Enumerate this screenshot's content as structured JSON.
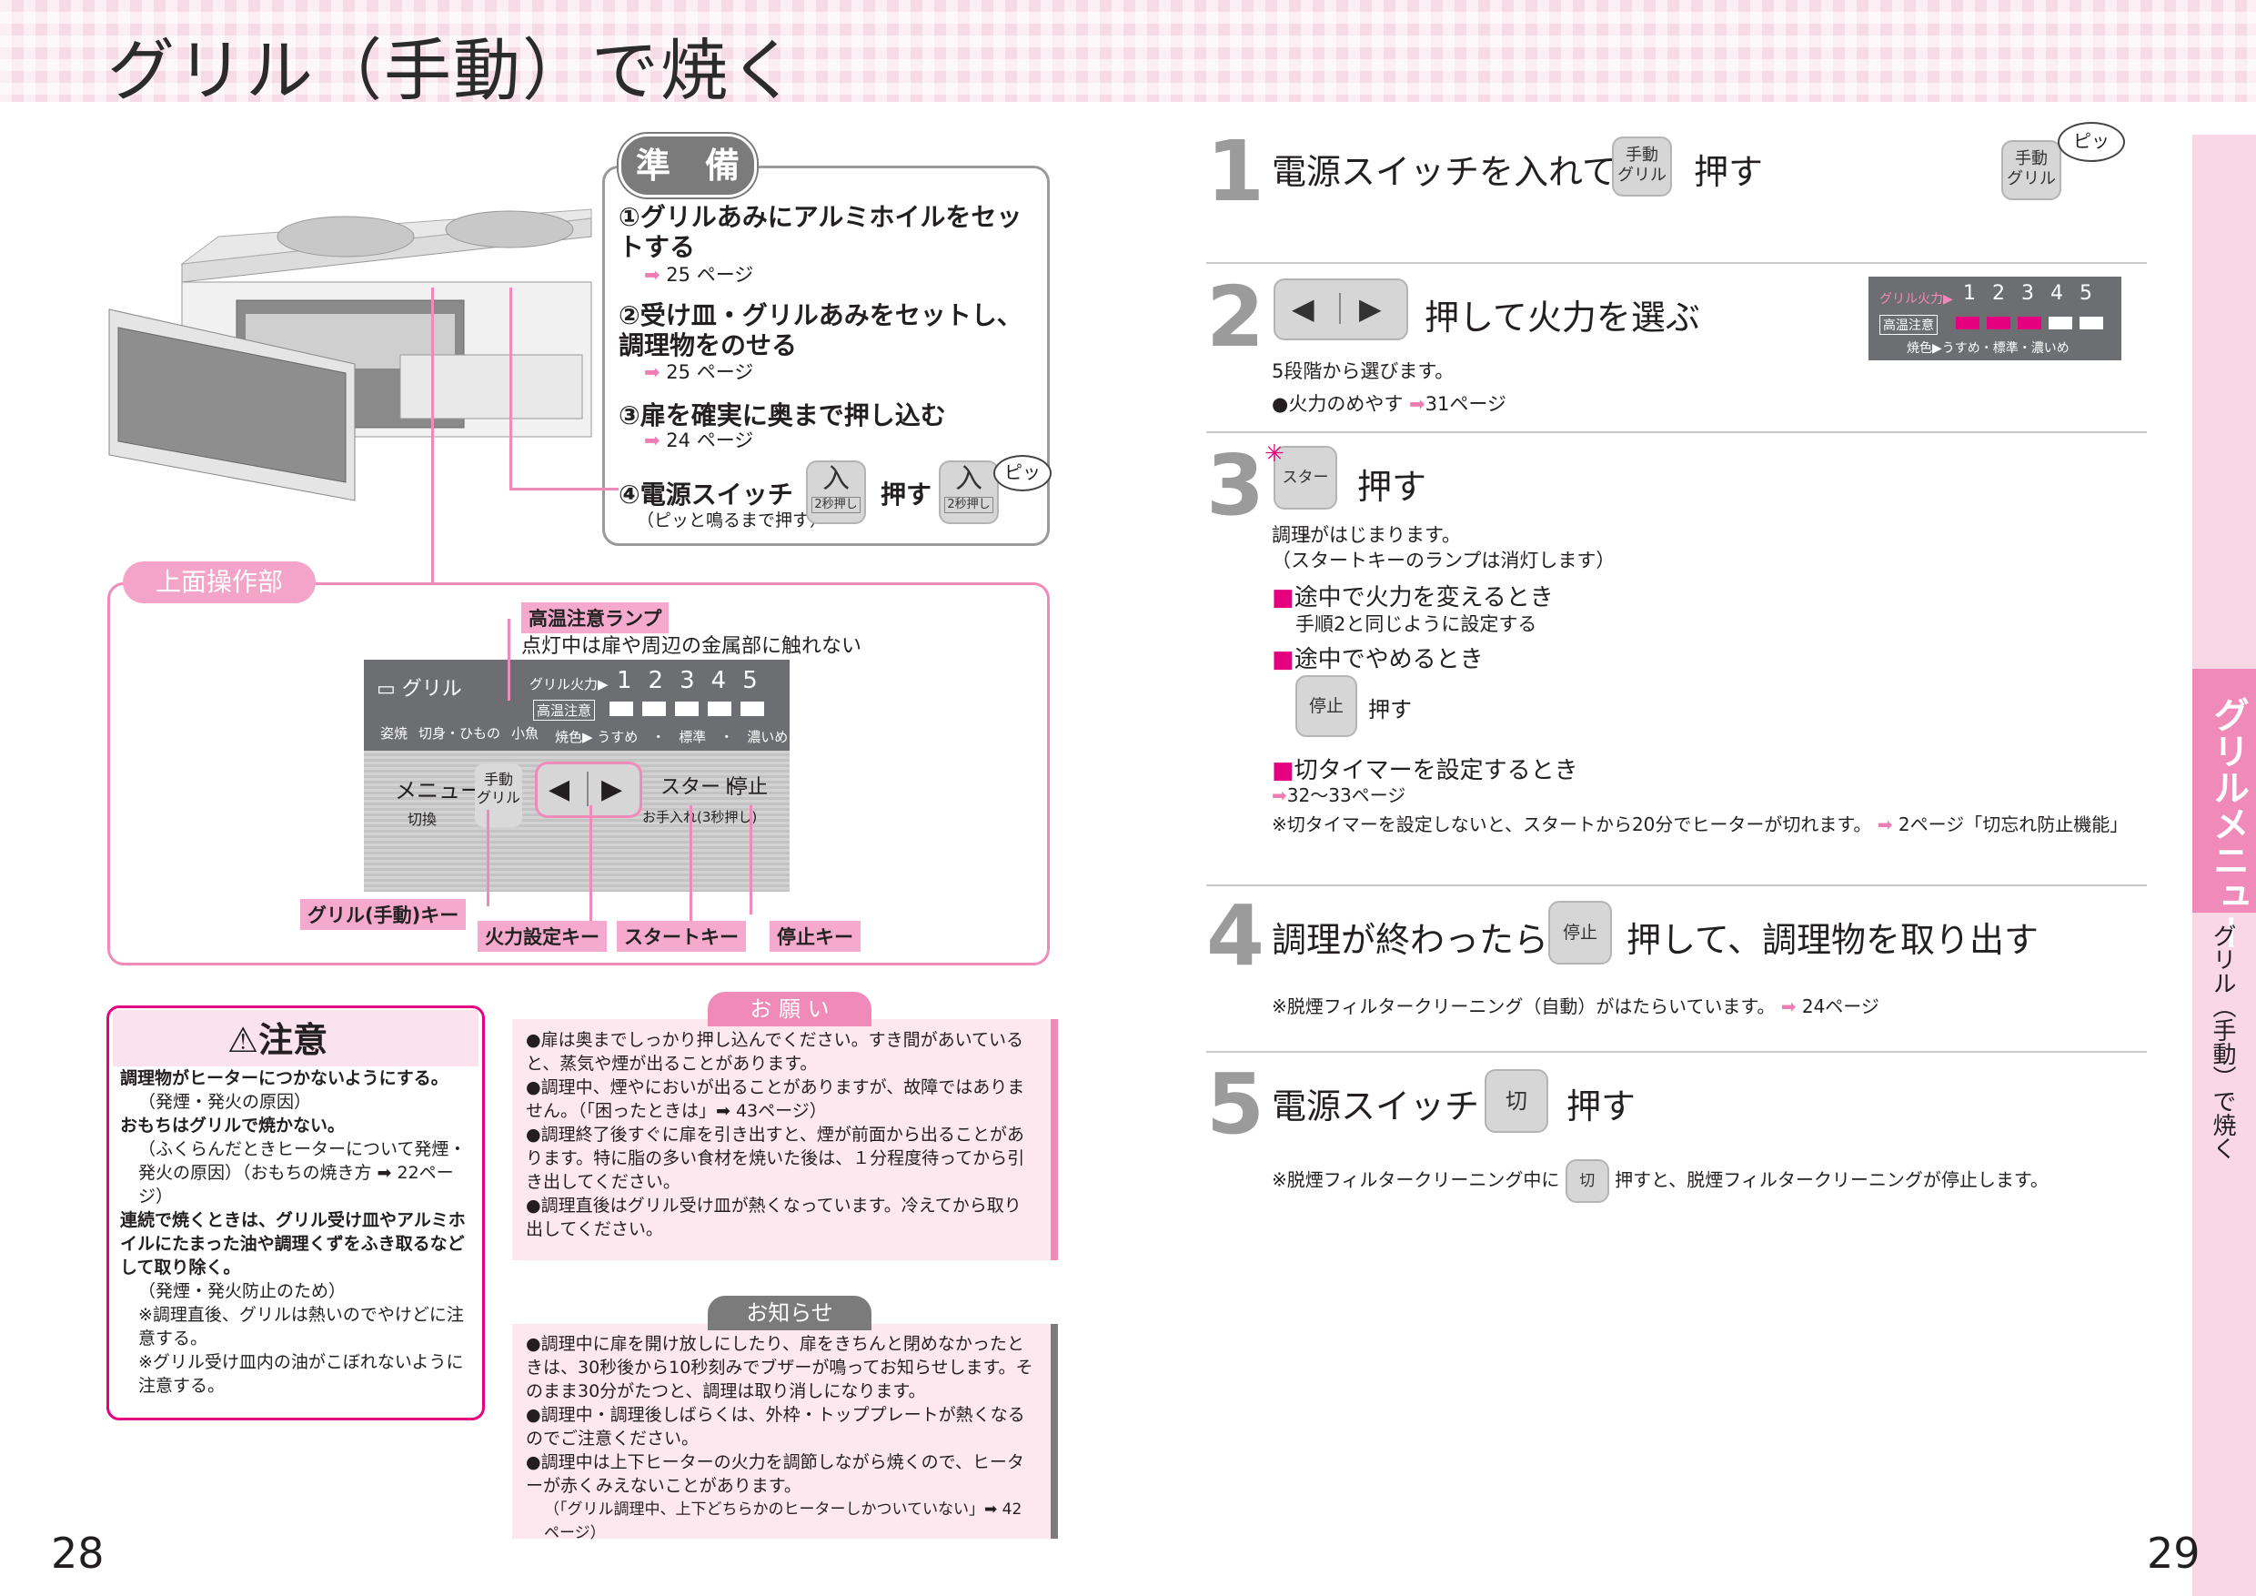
{
  "header": {
    "title": "グリル（手動）で焼く"
  },
  "prep": {
    "badge": "準　備",
    "steps": [
      {
        "text": "①グリルあみにアルミホイルをセットする",
        "ref": "25 ページ"
      },
      {
        "text": "②受け皿・グリルあみをセットし、調理物をのせる",
        "ref": "25 ページ"
      },
      {
        "text": "③扉を確実に奥まで押し込む",
        "ref": "24 ページ"
      },
      {
        "text": "④電源スイッチ",
        "note": "（ピッと鳴るまで押す）",
        "push": "押す",
        "key": "入",
        "key_sub": "2秒押し",
        "bubble": "ピッ"
      }
    ]
  },
  "top_panel": {
    "badge": "上面操作部",
    "lamp_title": "高温注意ランプ",
    "lamp_note": "点灯中は扉や周辺の金属部に触れない",
    "grill_label": "グリル",
    "modes": [
      "姿焼",
      "切身・ひもの",
      "小魚"
    ],
    "power_label": "グリル火力▶",
    "levels": [
      "1",
      "2",
      "3",
      "4",
      "5"
    ],
    "temp_label": "高温注意",
    "burn_label": "焼色▶ うすめ　・　標準　・　濃いめ",
    "menu_key": "メニュー",
    "menu_sub": "切換",
    "manual_key_1": "手動",
    "manual_key_2": "グリル",
    "start_key": "スタート",
    "stop_key": "停止",
    "care": "お手入れ(3秒押し)",
    "callouts": [
      "グリル(手動)キー",
      "火力設定キー",
      "スタートキー",
      "停止キー"
    ]
  },
  "caution": {
    "title": "注意",
    "items": [
      {
        "text": "調理物がヒーターにつかないようにする。",
        "sub": "（発煙・発火の原因）"
      },
      {
        "text": "おもちはグリルで焼かない。",
        "sub": "（ふくらんだときヒーターについて発煙・発火の原因）（おもちの焼き方 ➡ 22ページ）"
      },
      {
        "text": "連続で焼くときは、グリル受け皿やアルミホイルにたまった油や調理くずをふき取るなどして取り除く。",
        "sub": "（発煙・発火防止のため）"
      }
    ],
    "notes": [
      "※調理直後、グリルは熱いのでやけどに注意する。",
      "※グリル受け皿内の油がこぼれないように注意する。"
    ]
  },
  "request": {
    "badge": "お 願 い",
    "items": [
      "●扉は奥までしっかり押し込んでください。すき間があいていると、蒸気や煙が出ることがあります。",
      "●調理中、煙やにおいが出ることがありますが、故障ではありません。（「困ったときは」➡ 43ページ）",
      "●調理終了後すぐに扉を引き出すと、煙が前面から出ることがあります。特に脂の多い食材を焼いた後は、１分程度待ってから引き出してください。",
      "●調理直後はグリル受け皿が熱くなっています。冷えてから取り出してください。"
    ]
  },
  "info": {
    "badge": "お知らせ",
    "items": [
      "●調理中に扉を開け放しにしたり、扉をきちんと閉めなかったときは、30秒後から10秒刻みでブザーが鳴ってお知らせします。そのまま30分がたつと、調理は取り消しになります。",
      "●調理中・調理後しばらくは、外枠・トッププレートが熱くなるのでご注意ください。",
      "●調理中は上下ヒーターの火力を調節しながら焼くので、ヒーターが赤くみえないことがあります。",
      "（「グリル調理中、上下どちらかのヒーターしかついていない」➡ 42ページ）"
    ]
  },
  "steps": {
    "s1": {
      "num": "1",
      "text_a": "電源スイッチを入れて",
      "key_1": "手動",
      "key_2": "グリル",
      "text_b": "押す",
      "bubble": "ピッ"
    },
    "s2": {
      "num": "2",
      "text": "押して火力を選ぶ",
      "note1": "5段階から選びます。",
      "note2": "●火力のめやす",
      "ref": "31ページ",
      "mini_power": "グリル火力▶",
      "mini_temp": "高温注意",
      "mini_burn": "焼色▶うすめ・標準・濃いめ",
      "mini_levels": [
        "1",
        "2",
        "3",
        "4",
        "5"
      ]
    },
    "s3": {
      "num": "3",
      "key": "スタート",
      "text": "押す",
      "n1": "調理がはじまります。",
      "n2": "（スタートキーのランプは消灯します）",
      "h1": "途中で火力を変えるとき",
      "h1_sub": "手順2と同じように設定する",
      "h2": "途中でやめるとき",
      "stop_key": "停止",
      "stop_push": "押す",
      "h3": "切タイマーを設定するとき",
      "h3_ref": "32〜33ページ",
      "h3_note": "※切タイマーを設定しないと、スタートから20分でヒーターが切れます。",
      "h3_note_ref": "2ページ「切忘れ防止機能」"
    },
    "s4": {
      "num": "4",
      "text_a": "調理が終わったら",
      "key": "停止",
      "text_b": "押して、調理物を取り出す",
      "note": "※脱煙フィルタークリーニング（自動）がはたらいています。",
      "ref": "24ページ"
    },
    "s5": {
      "num": "5",
      "text_a": "電源スイッチ",
      "key": "切",
      "text_b": "押す",
      "note_a": "※脱煙フィルタークリーニング中に",
      "note_b": "押すと、脱煙フィルタークリーニングが停止します。"
    }
  },
  "side": {
    "tab": "グリルメニュー",
    "sub": "グリル（手動）で焼く"
  },
  "page_numbers": {
    "left": "28",
    "right": "29"
  },
  "colors": {
    "accent": "#e4007f",
    "pink_light": "#f3a4c8",
    "panel_gray": "#6d6e71"
  }
}
